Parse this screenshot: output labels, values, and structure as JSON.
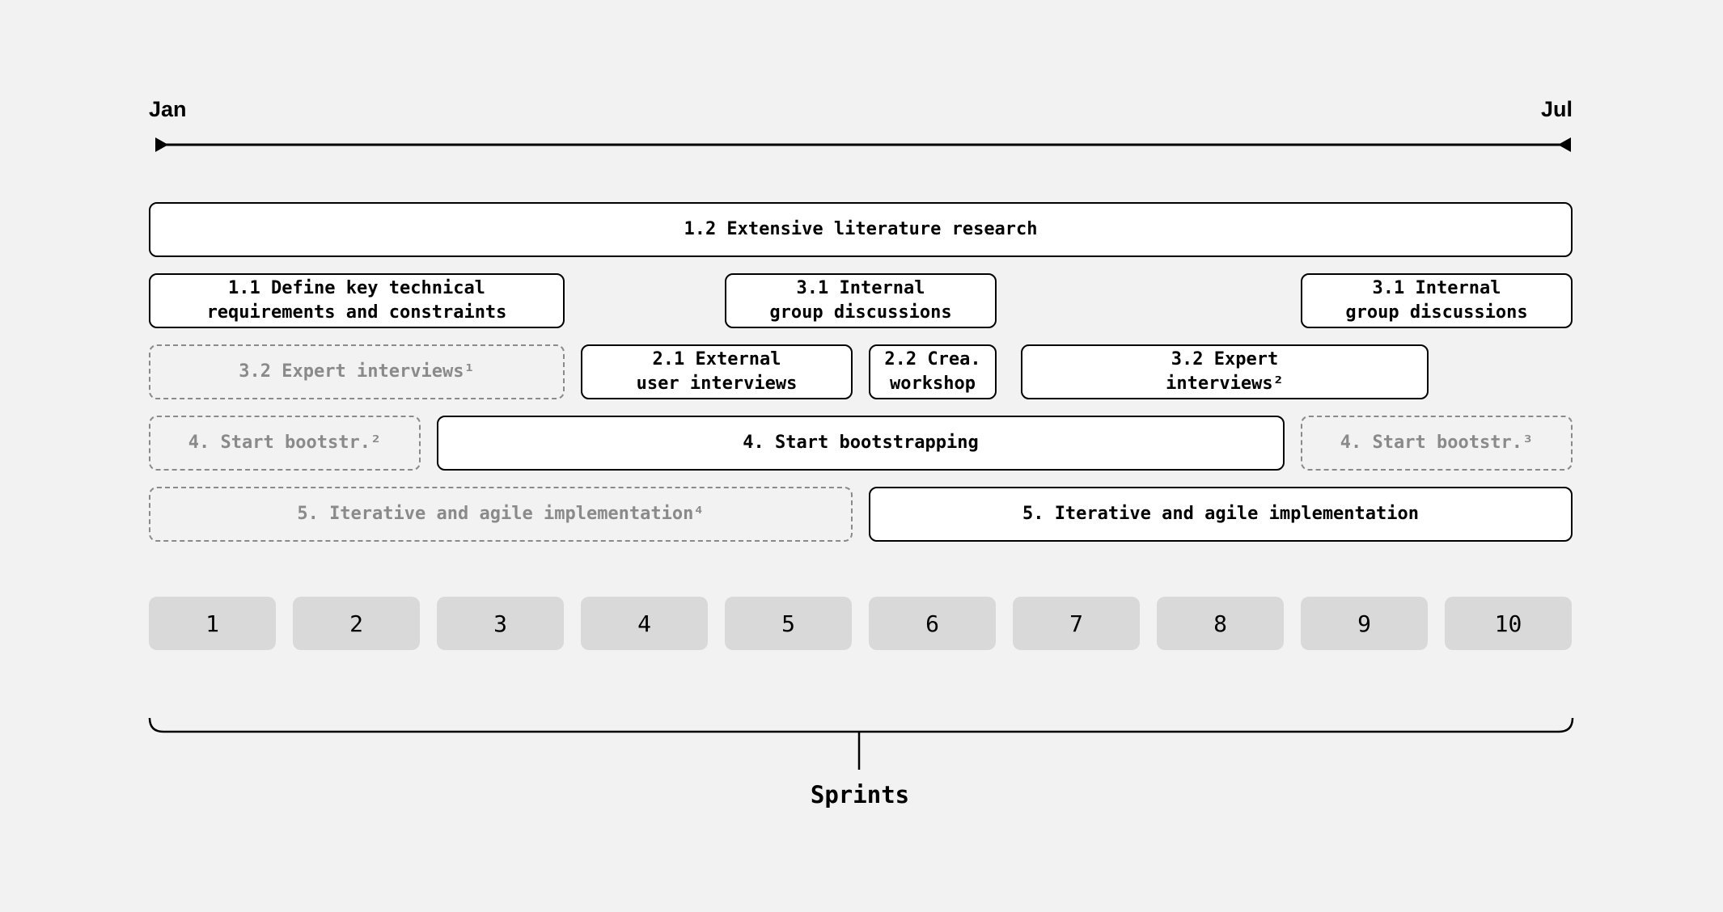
{
  "timeline": {
    "start_label": "Jan",
    "end_label": "Jul"
  },
  "tasks": {
    "literature": "1.2 Extensive literature research",
    "define_requirements": "1.1 Define key technical\nrequirements and constraints",
    "internal_discussions_a": "3.1 Internal\ngroup discussions",
    "internal_discussions_b": "3.1 Internal\ngroup discussions",
    "expert_interviews_1": "3.2 Expert interviews¹",
    "external_user_interviews": "2.1 External\nuser interviews",
    "creative_workshop": "2.2 Crea.\nworkshop",
    "expert_interviews_2": "3.2 Expert\ninterviews²",
    "bootstrapping_ghost_a": "4. Start bootstr.²",
    "bootstrapping": "4. Start bootstrapping",
    "bootstrapping_ghost_b": "4. Start bootstr.³",
    "agile_ghost": "5. Iterative and agile implementation⁴",
    "agile": "5. Iterative and agile implementation"
  },
  "sprints": [
    "1",
    "2",
    "3",
    "4",
    "5",
    "6",
    "7",
    "8",
    "9",
    "10"
  ],
  "sprints_label": "Sprints",
  "colors": {
    "background": "#f2f2f2",
    "task_fill": "#ffffff",
    "ghost_text": "#8a8a8a",
    "sprint_fill": "#d9d9d9"
  }
}
